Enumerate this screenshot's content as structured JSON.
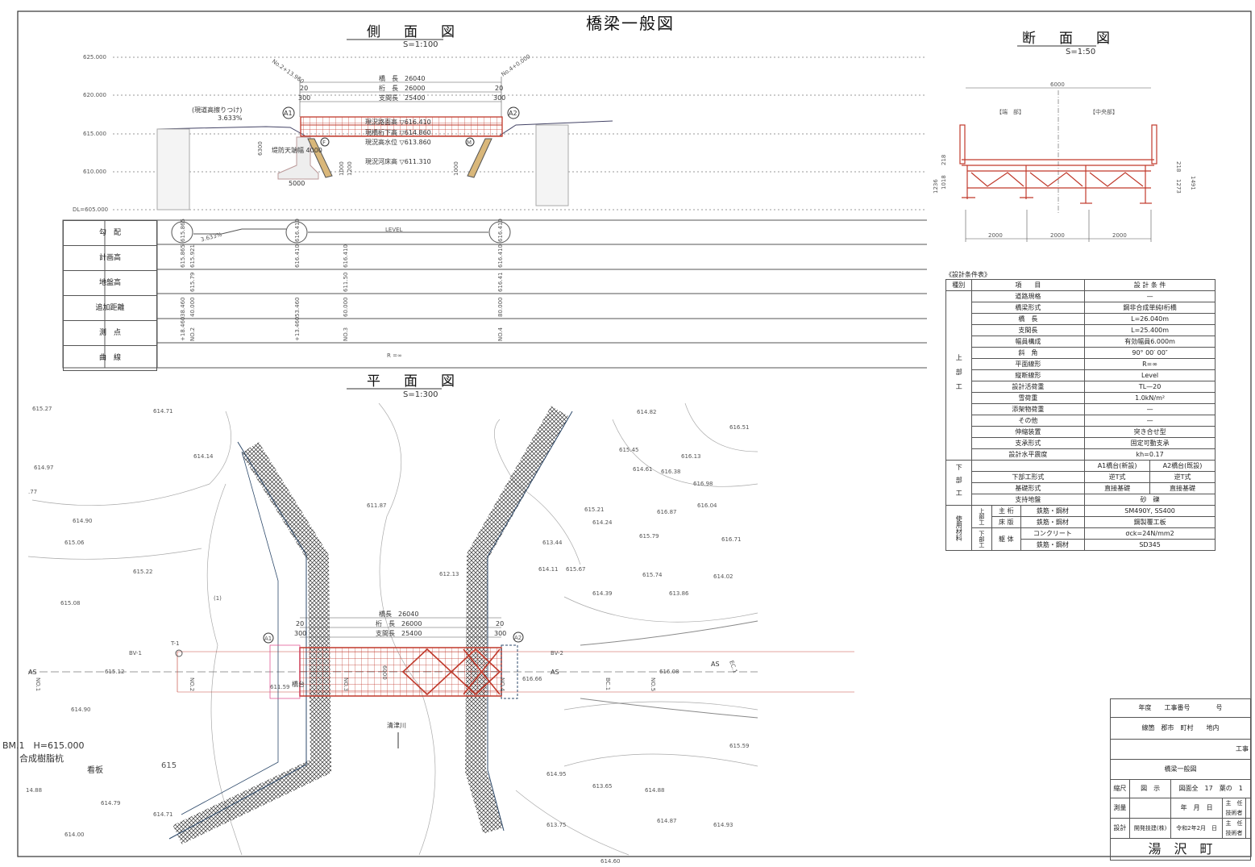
{
  "title": "橋梁一般図",
  "side_view": {
    "title": "側　面　図",
    "scale": "S=1:100",
    "elevations": [
      "625.000",
      "620.000",
      "615.000",
      "610.000",
      "DL=605.000"
    ],
    "stations": [
      "No.2+13.960",
      "No.4+0.000"
    ],
    "dims": {
      "bridge_length": "橋　長　26040",
      "girder_length": "桁　長　26000",
      "span_length": "支間長　25400",
      "d20": "20",
      "d300": "300"
    },
    "abutments": [
      "A1",
      "A2"
    ],
    "bearings": [
      "F",
      "M"
    ],
    "notes": {
      "road_fit": "(現道高擦りつけ)",
      "grade": "3.633%",
      "road_level": "現況路面高 ▽616.410",
      "girder_bottom": "現橋桁下高 ▽614.860",
      "high_water": "現況高水位 ▽613.860",
      "river_bed": "現況河床高 ▽611.310",
      "levee": "堤防天端幅 4000",
      "h6300": "6300",
      "w5000": "5000",
      "h1000a": "1000",
      "h1200": "1200",
      "h1000b": "1000"
    }
  },
  "profile_table": {
    "row_labels": [
      "勾　配",
      "計画高",
      "地盤高",
      "追加距離",
      "測　点",
      "曲　線"
    ],
    "grade": {
      "points": [
        "615.865",
        "616.410",
        "616.410"
      ],
      "slope": "3.633%",
      "level": "LEVEL"
    },
    "plan_heights": [
      "615.865",
      "615.921",
      "616.410",
      "616.410",
      "616.410"
    ],
    "ground_heights": [
      "615.79",
      "611.50",
      "616.41"
    ],
    "distances": [
      "38.460",
      "40.000",
      "53.460",
      "60.000",
      "80.000"
    ],
    "stations": [
      "+18.460",
      "NO.2",
      "+13.460",
      "NO.3",
      "NO.4"
    ],
    "curve": "R =∞"
  },
  "cross_section": {
    "title": "断　面　図",
    "scale": "S=1:50",
    "width": "6000",
    "end_label": "【端　部】",
    "center_label": "【中央部】",
    "spacings": [
      "2000",
      "2000",
      "2000"
    ],
    "left_dims": [
      "1236",
      "1018",
      "218"
    ],
    "right_dims": [
      "218",
      "1273",
      "1491"
    ]
  },
  "design_table": {
    "caption": "《設計条件表》",
    "headers": [
      "種別",
      "項　　目",
      "設 計 条 件"
    ],
    "super_label": "上部工",
    "super_rows": [
      [
        "道路規格",
        "—"
      ],
      [
        "橋梁形式",
        "鋼非合成単純I桁橋"
      ],
      [
        "橋　長",
        "L=26.040m"
      ],
      [
        "支間長",
        "L=25.400m"
      ],
      [
        "幅員構成",
        "有効幅員6.000m"
      ],
      [
        "斜　角",
        "90° 00′ 00″"
      ],
      [
        "平面線形",
        "R=∞"
      ],
      [
        "縦断線形",
        "Level"
      ],
      [
        "設計活荷重",
        "TL—20"
      ],
      [
        "雪荷重",
        "1.0kN/m²"
      ],
      [
        "添架物荷重",
        "—"
      ],
      [
        "その他",
        "—"
      ],
      [
        "伸縮装置",
        "突き合せ型"
      ],
      [
        "支承形式",
        "固定可動支承"
      ],
      [
        "設計水平震度",
        "kh=0.17"
      ]
    ],
    "sub_label": "下部工",
    "sub_header": [
      "A1橋台(新設)",
      "A2橋台(既設)"
    ],
    "sub_rows": [
      [
        "下部工形式",
        "逆T式",
        "逆T式"
      ],
      [
        "基礎形式",
        "直接基礎",
        "直接基礎"
      ]
    ],
    "sub_ground": [
      "支持地盤",
      "砂　礫"
    ],
    "mat_label": "使用材料",
    "mat_super": "上部工",
    "mat_sub": "下部工",
    "mat_rows": [
      [
        "主 桁",
        "鉄筋・鋼材",
        "SM490Y, SS400"
      ],
      [
        "床 版",
        "鉄筋・鋼材",
        "鋼製覆工板"
      ],
      [
        "躯 体",
        "コンクリート",
        "σck=24N/mm2"
      ],
      [
        "",
        "鉄筋・鋼材",
        "SD345"
      ]
    ]
  },
  "title_block": {
    "year": "年度",
    "work_no": "工事番号",
    "go": "号",
    "pref1": "線",
    "pref2": "郡",
    "pref3": "町",
    "pref4": "箇",
    "pref5": "市",
    "pref6": "村",
    "area": "地内",
    "work": "工事",
    "drawing": "橋梁一般図",
    "scale_label": "縮尺",
    "scale_val": "図　示",
    "sheets": "図面全　17　葉の　1",
    "survey": "測量",
    "date1": "年　月　日",
    "eng1": "主　任\n技術者",
    "design": "設計",
    "company": "開発技建(株)",
    "date2": "令和2年2月　日",
    "eng2": "主　任\n技術者",
    "owner": "湯　沢　町"
  },
  "plan_view": {
    "title": "平　面　図",
    "scale": "S=1:300",
    "elevations": [
      "615.27",
      "614.71",
      "614.97",
      "614.14",
      ".77",
      "611.87",
      "614.90",
      "615.06",
      "615.22",
      "615.08",
      "612.13",
      "615.12",
      "611.59",
      "614.90",
      "14.88",
      "614.79",
      "614.71",
      "614.00",
      "614.82",
      "616.51",
      "615.45",
      "616.13",
      "614.61",
      "616.38",
      "616.98",
      "615.21",
      "616.87",
      "616.04",
      "614.24",
      "615.79",
      "616.71",
      "613.44",
      "614.11",
      "615.67",
      "615.74",
      "614.02",
      "614.39",
      "613.86",
      "616.08",
      "616.66",
      "614.95",
      "613.65",
      "614.88",
      "613.75",
      "614.87",
      "614.93",
      "614.60",
      "615.59"
    ],
    "contour_615": "615",
    "bm": "BM.1　H=615.000",
    "bm_note": "合成樹脂杭",
    "sign": "看板",
    "t1": "T-1",
    "bv1": "BV-1",
    "bv2": "BV-2",
    "as_labels": [
      "AS",
      "AS",
      "AS"
    ],
    "stations": [
      "NO.1",
      "NO.2",
      "NO.3",
      "NO.4",
      "NO.5",
      "BC.1",
      "EC.1"
    ],
    "river": "清津川",
    "abutments": [
      "A1",
      "A2"
    ],
    "width": "6000",
    "d20": "20",
    "d300": "300",
    "bridge_length": "橋長　26040",
    "girder_length": "桁　長　26000",
    "span_length": "支間長　25400",
    "area_no": "(1)",
    "abut_label": "橋台"
  },
  "colors": {
    "steel": "#c0392b",
    "line": "#333333",
    "wall": "#2e4a6b",
    "faint": "#999999"
  }
}
